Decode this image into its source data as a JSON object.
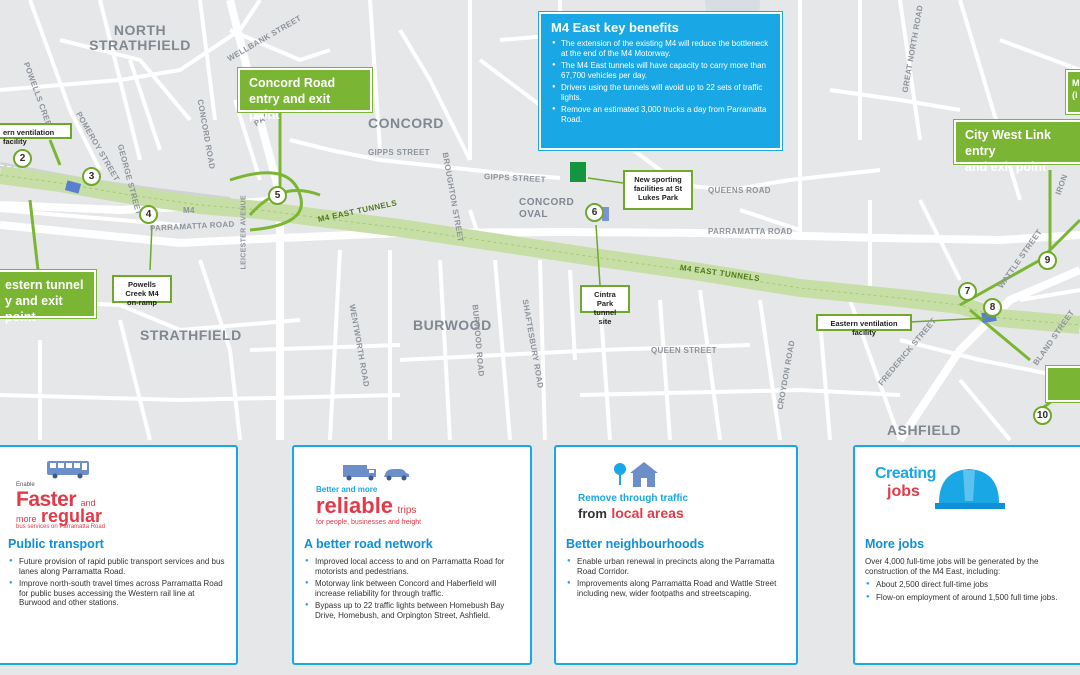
{
  "colors": {
    "tunnel_green": "#7ab534",
    "benefits_blue": "#1aa7e6",
    "road_white": "#ffffff",
    "map_bg": "#e6e7e9",
    "accent_red": "#e23a49"
  },
  "suburbs": {
    "north_strathfield": "NORTH STRATHFIELD",
    "concord": "CONCORD",
    "concord_oval": "CONCORD OVAL",
    "strathfield": "STRATHFIELD",
    "burwood": "BURWOOD",
    "ashfield": "ASHFIELD"
  },
  "streets": {
    "powells_creek": "POWELLS CREEK",
    "pomeroy": "POMEROY STREET",
    "george": "GEORGE STREET",
    "wellbank": "WELLBANK STREET",
    "concord_road": "CONCORD ROAD",
    "patterson": "PATTERSON STREET",
    "gipps_1": "GIPPS STREET",
    "gipps_2": "GIPPS STREET",
    "broughton": "BROUGHTON STREET",
    "queens": "QUEENS ROAD",
    "parramatta_1": "PARRAMATTA ROAD",
    "parramatta_2": "PARRAMATTA ROAD",
    "m4": "M4",
    "leicester": "LEICESTER AVENUE",
    "wentworth": "WENTWORTH ROAD",
    "burwood_rd": "BURWOOD ROAD",
    "shaftesbury": "SHAFTESBURY ROAD",
    "queen": "QUEEN STREET",
    "croydon": "CROYDON ROAD",
    "frederick": "FREDERICK STREET",
    "wattle": "WATTLE STREET",
    "bland": "BLAND STREET",
    "great_north": "GREAT NORTH ROAD",
    "iron": "IRON"
  },
  "tunnels": {
    "label_1": "M4 EAST TUNNELS",
    "label_2": "M4 EAST TUNNELS"
  },
  "markers": [
    "2",
    "3",
    "4",
    "5",
    "6",
    "7",
    "8",
    "9",
    "10"
  ],
  "callouts": {
    "concord_road": "Concord Road entry and exit point",
    "western_tunnel": "Western tunnel entry and exit point",
    "western_tunnel_cut": "estern tunnel\ny and exit point",
    "city_west_link": "City West Link entry and exit point",
    "city_west_link_cut": "City West Link entry\nand exit point",
    "top_right_cut": "M\n(i"
  },
  "tags": {
    "western_vent": "ern ventilation facility",
    "powells_ramp": "Powells Creek M4 on-ramp",
    "sporting": "New sporting facilities at St Lukes Park",
    "cintra": "Cintra Park tunnel site",
    "eastern_vent": "Eastern ventilation facility"
  },
  "benefits": {
    "title": "M4 East key benefits",
    "items": [
      "The extension of the existing M4 will reduce the bottleneck at the end of the M4 Motorway.",
      "The M4 East tunnels will have capacity to carry more than 67,700 vehicles per day.",
      "Drivers using the tunnels will avoid up to 22 sets of traffic lights.",
      "Remove an estimated 3,000 trucks a day from Parramatta Road."
    ]
  },
  "cards": {
    "transport": {
      "badge_small": "Enable",
      "badge_big1": "Faster",
      "badge_and": "and",
      "badge_more": "more",
      "badge_big2": "regular",
      "badge_sub": "bus services on Parramatta Road",
      "heading": "Public transport",
      "items": [
        "Future provision of rapid public transport services and bus lanes along Parramatta Road.",
        "Improve north-south travel times across Parramatta Road for public buses accessing the Western rail line at Burwood and other stations."
      ]
    },
    "road": {
      "badge_top": "Better and more",
      "badge_big": "reliable",
      "badge_trips": "trips",
      "badge_sub": "for people, businesses and freight",
      "heading": "A better road network",
      "items": [
        "Improved local access to and on Parramatta Road for motorists and pedestrians.",
        "Motorway link between Concord and Haberfield will increase reliability for through traffic.",
        "Bypass up to 22 traffic lights between Homebush Bay Drive, Homebush, and Orpington Street, Ashfield."
      ]
    },
    "neighbourhoods": {
      "badge_top": "Remove through traffic",
      "badge_from": "from",
      "badge_big": "local areas",
      "heading": "Better neighbourhoods",
      "items": [
        "Enable urban renewal in precincts along the Parramatta Road Corridor.",
        "Improvements along Parramatta Road and Wattle Street including new, wider footpaths and streetscaping."
      ]
    },
    "jobs": {
      "badge_1": "Creating",
      "badge_2": "jobs",
      "heading": "More jobs",
      "intro": "Over 4,000 full-time jobs will be generated by the construction of the M4 East, including:",
      "items": [
        "About 2,500 direct full-time jobs",
        "Flow-on employment of around 1,500 full time jobs."
      ]
    }
  }
}
